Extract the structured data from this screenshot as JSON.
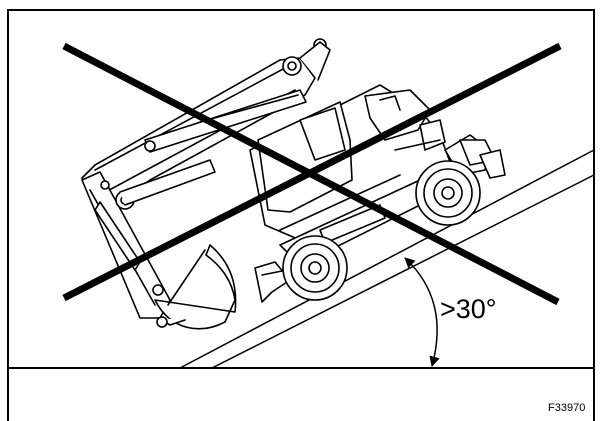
{
  "figure": {
    "angle_label": ">30°",
    "figure_code": "F33970"
  },
  "colors": {
    "ink": "#000000",
    "background": "#ffffff"
  },
  "symbols": {
    "prohibition": "cross-out-mark",
    "angle": "angle-arc-with-arrows"
  }
}
